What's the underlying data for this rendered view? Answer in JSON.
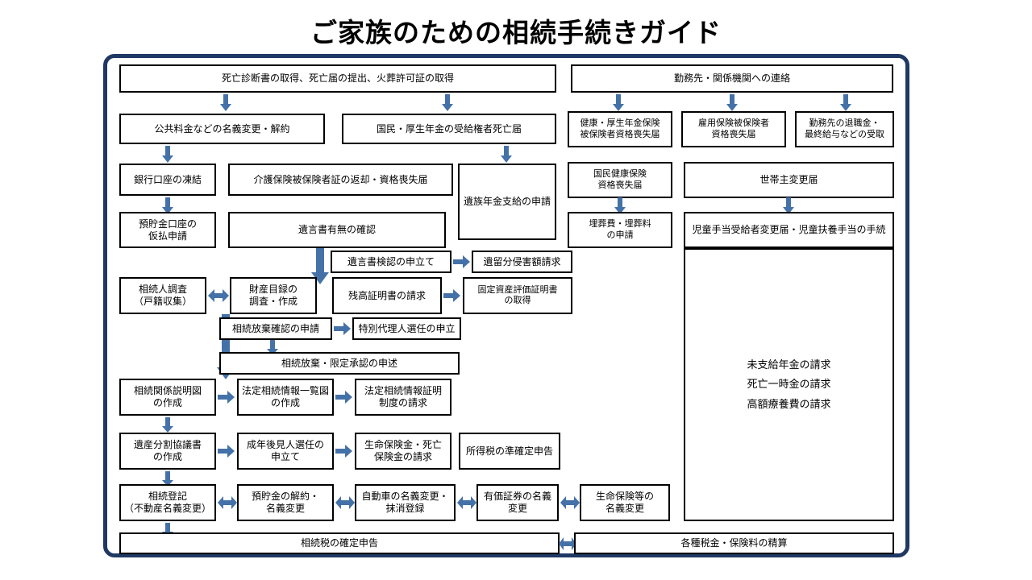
{
  "page": {
    "title": "ご家族のための相続手続きガイド",
    "frame_color": "#1F3864",
    "arrow_color": "#4472A8",
    "box_border_color": "#000000",
    "background": "#FFFFFF"
  },
  "nodes": {
    "death_certificate": "死亡診断書の取得、死亡届の提出、火葬許可証の取得",
    "workplace_contact": "勤務先・関係機関への連絡",
    "utilities_name_change": "公共料金などの名義変更・解約",
    "pension_recipient_death": "国民・厚生年金の受給権者死亡届",
    "health_pension_loss": "健康・厚生年金保険\n被保険者資格喪失届",
    "employment_insurance_loss": "雇用保険被保険者\n資格喪失届",
    "retirement_allowance": "勤務先の退職金・\n最終給与などの受取",
    "bank_account_freeze": "銀行口座の凍結",
    "nursing_insurance_return": "介護保険被保険者証の返却・資格喪失届",
    "survivor_pension_application": "遺族年金支給の申請",
    "national_health_loss": "国民健康保険\n資格喪失届",
    "householder_change": "世帯主変更届",
    "deposit_provisional": "預貯金口座の\n仮払申請",
    "will_existence_check": "遺言書有無の確認",
    "burial_expense": "埋葬費・埋葬料\nの申請",
    "child_allowance": "児童手当受給者変更届・児童扶養手当の手続",
    "will_probate_petition": "遺言書検認の申立て",
    "legally_reserved_claim": "遺留分侵害額請求",
    "heir_investigation": "相続人調査\n（戸籍収集）",
    "asset_inventory": "財産目録の\n調査・作成",
    "balance_certificate": "残高証明書の請求",
    "fixed_asset_valuation": "固定資産評価証明書\nの取得",
    "renunciation_confirm": "相続放棄確認の申請",
    "special_agent_petition": "特別代理人選任の申立",
    "renunciation_declaration": "相続放棄・限定承認の申述",
    "relationship_chart": "相続関係説明図\nの作成",
    "legal_heir_list": "法定相続情報一覧図\nの作成",
    "legal_heir_certificate": "法定相続情報証明\n制度の請求",
    "estate_division_agreement": "遺産分割協議書\nの作成",
    "adult_guardian_petition": "成年後見人選任の\n申立て",
    "life_insurance_claim": "生命保険金・死亡\n保険金の請求",
    "income_tax_quasi_final": "所得税の準確定申告",
    "inheritance_registration": "相続登記\n（不動産名義変更）",
    "deposit_cancellation": "預貯金の解約・\n名義変更",
    "car_name_change": "自動車の名義変更・\n抹消登録",
    "securities_name_change": "有価証券の名義変更",
    "life_insurance_name_change": "生命保険等の\n名義変更",
    "unpaid_pension_panel": "未支給年金の請求\n死亡一時金の請求\n高額療養費の請求",
    "inheritance_tax_filing": "相続税の確定申告",
    "tax_insurance_settlement": "各種税金・保険料の精算"
  }
}
